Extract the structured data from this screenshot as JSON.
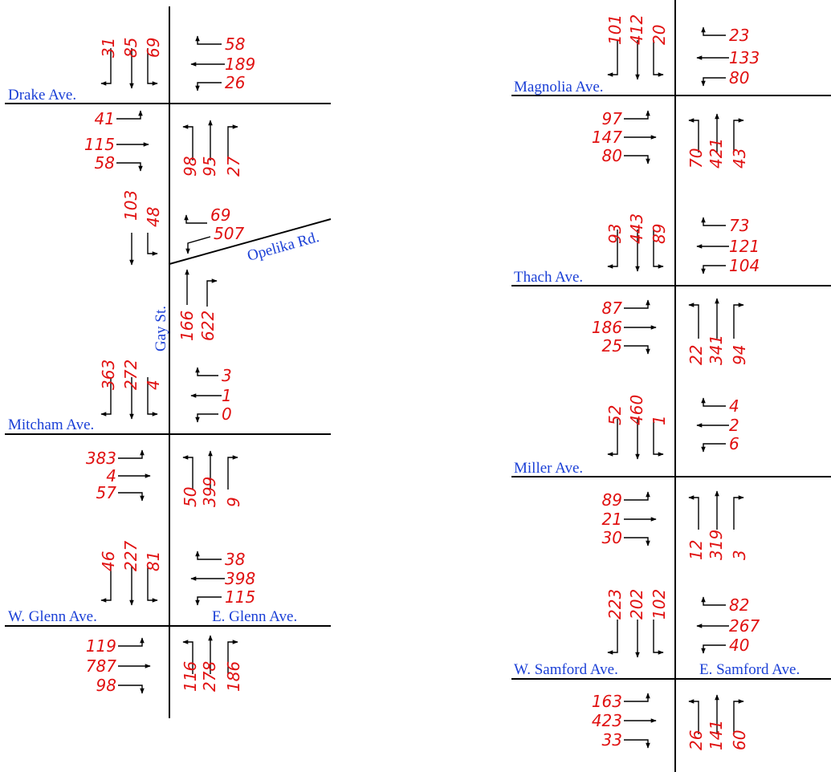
{
  "street_labels": {
    "drake": "Drake Ave.",
    "opelika": "Opelika Rd.",
    "gay": "Gay St.",
    "mitcham": "Mitcham Ave.",
    "w_glenn": "W. Glenn Ave.",
    "e_glenn": "E. Glenn Ave.",
    "magnolia": "Magnolia Ave.",
    "thach": "Thach Ave.",
    "miller": "Miller Ave.",
    "w_samford": "W. Samford Ave.",
    "e_samford": "E. Samford Ave."
  },
  "volumes": {
    "drake_sb": [
      "31",
      "85",
      "69"
    ],
    "drake_wb": [
      "58",
      "189",
      "26"
    ],
    "drake_eb": [
      "41",
      "115",
      "58"
    ],
    "drake_nb": [
      "98",
      "95",
      "27"
    ],
    "opelika_sb": [
      "103",
      "48"
    ],
    "opelika_wb": [
      "69",
      "507"
    ],
    "opelika_nb": [
      "166",
      "622"
    ],
    "mitcham_sb": [
      "363",
      "272",
      "4"
    ],
    "mitcham_wb": [
      "3",
      "1",
      "0"
    ],
    "mitcham_eb": [
      "383",
      "4",
      "57"
    ],
    "mitcham_nb": [
      "50",
      "399",
      "9"
    ],
    "glenn_sb": [
      "46",
      "227",
      "81"
    ],
    "glenn_wb": [
      "38",
      "398",
      "115"
    ],
    "glenn_eb": [
      "119",
      "787",
      "98"
    ],
    "glenn_nb": [
      "116",
      "278",
      "186"
    ],
    "magnolia_sb": [
      "101",
      "412",
      "20"
    ],
    "magnolia_wb": [
      "23",
      "133",
      "80"
    ],
    "magnolia_eb": [
      "97",
      "147",
      "80"
    ],
    "magnolia_nb": [
      "70",
      "421",
      "43"
    ],
    "thach_sb": [
      "93",
      "443",
      "89"
    ],
    "thach_wb": [
      "73",
      "121",
      "104"
    ],
    "thach_eb": [
      "87",
      "186",
      "25"
    ],
    "thach_nb": [
      "22",
      "341",
      "94"
    ],
    "miller_sb": [
      "52",
      "460",
      "1"
    ],
    "miller_wb": [
      "4",
      "2",
      "6"
    ],
    "miller_eb": [
      "89",
      "21",
      "30"
    ],
    "miller_nb": [
      "12",
      "319",
      "3"
    ],
    "samford_sb": [
      "223",
      "202",
      "102"
    ],
    "samford_wb": [
      "82",
      "267",
      "40"
    ],
    "samford_eb": [
      "163",
      "423",
      "33"
    ],
    "samford_nb": [
      "26",
      "141",
      "60"
    ]
  }
}
